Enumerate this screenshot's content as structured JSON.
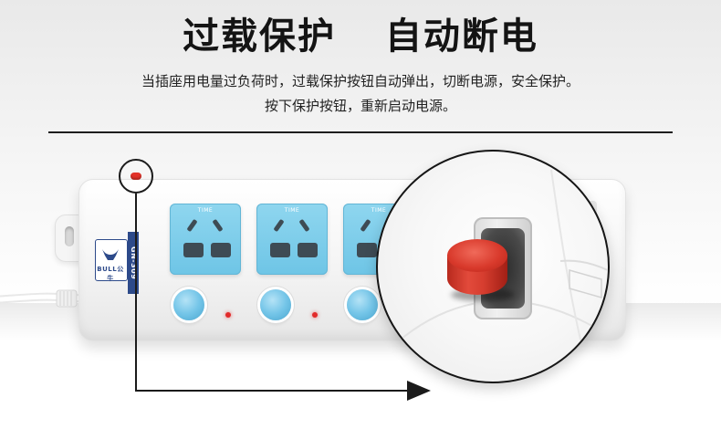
{
  "headline": {
    "part1": "过载保护",
    "part2": "自动断电"
  },
  "description": {
    "line1": "当插座用电量过负荷时，过载保护按钮自动弹出，切断电源，安全保护。",
    "line2": "按下保护按钮，重新启动电源。"
  },
  "product": {
    "brand_logo_text": "BULL公牛",
    "model_label": "GN-309",
    "socket_brand_text": "TIME",
    "socket_count_visible": 3,
    "indicator_color": "#e22a2a",
    "socket_color": "#7ccbea",
    "reset_button_color": "#d93a2c"
  },
  "colors": {
    "text": "#1f1f1f",
    "rule": "#1d1d1d",
    "accent_blue": "#2d4a8a"
  }
}
